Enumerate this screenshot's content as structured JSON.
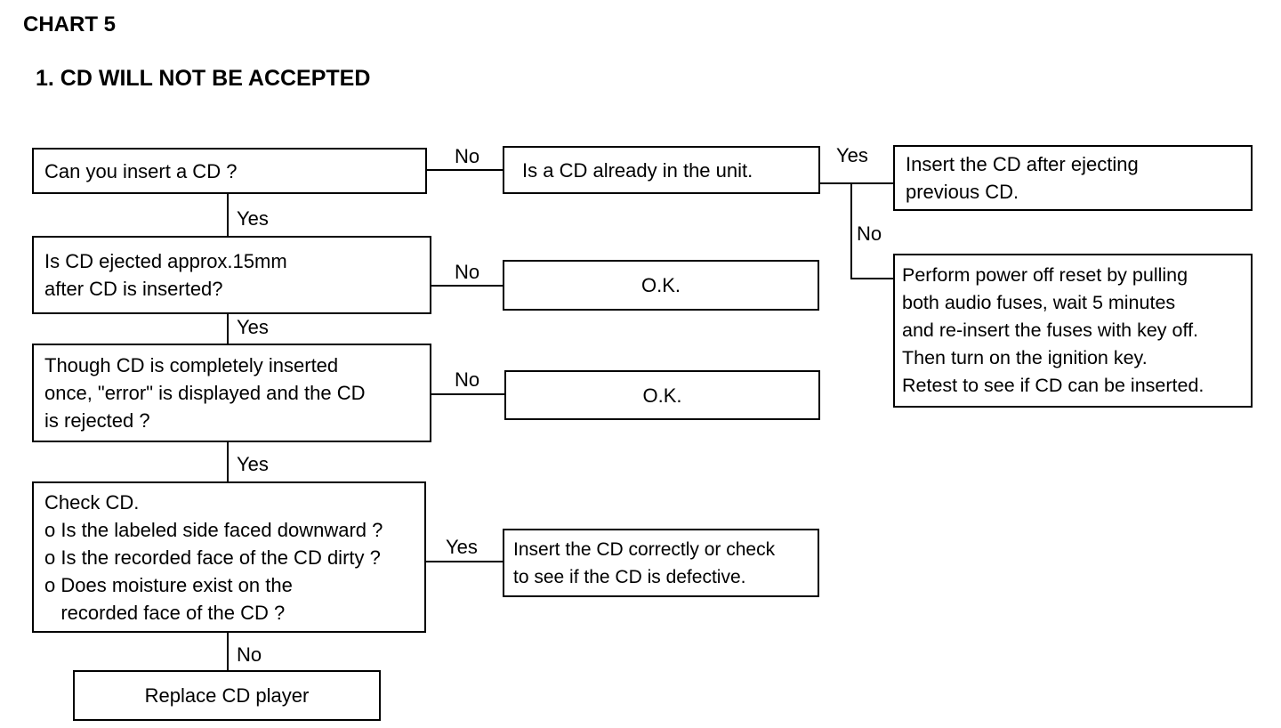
{
  "header": {
    "title": "CHART 5",
    "subtitle": "1.  CD WILL NOT BE ACCEPTED"
  },
  "nodes": {
    "q_insert": {
      "lines": [
        "Can you insert a CD ?"
      ]
    },
    "q_already": {
      "lines": [
        "Is a CD already in the unit."
      ]
    },
    "a_eject_previous": {
      "lines": [
        "Insert the CD after ejecting",
        "previous CD."
      ]
    },
    "a_power_reset": {
      "lines": [
        "Perform power off reset by pulling",
        "both audio fuses, wait 5 minutes",
        "and re-insert the fuses with key off.",
        "Then turn on the ignition key.",
        "Retest to see  if CD can be inserted."
      ]
    },
    "q_ejected": {
      "lines": [
        "Is CD ejected approx.15mm",
        "after CD is inserted?"
      ]
    },
    "ok_1": {
      "lines": [
        "O.K."
      ]
    },
    "q_error": {
      "lines": [
        "Though CD is completely inserted",
        "once, \"error\" is displayed and the CD",
        "is rejected ?"
      ]
    },
    "ok_2": {
      "lines": [
        "O.K."
      ]
    },
    "q_check": {
      "lines": [
        "Check CD.",
        "o Is the labeled side faced downward ?",
        "o Is the recorded face of the CD dirty ?",
        "o Does moisture exist on the",
        "   recorded face of the CD ?"
      ]
    },
    "a_insert_correctly": {
      "lines": [
        "Insert the CD correctly or check",
        "to see if the CD is defective."
      ]
    },
    "a_replace": {
      "lines": [
        "Replace CD player"
      ]
    }
  },
  "edge_labels": {
    "insert_no": "No",
    "already_yes": "Yes",
    "already_no": "No",
    "insert_yes": "Yes",
    "ejected_no": "No",
    "ejected_yes": "Yes",
    "error_no": "No",
    "error_yes": "Yes",
    "check_yes": "Yes",
    "check_no": "No"
  }
}
